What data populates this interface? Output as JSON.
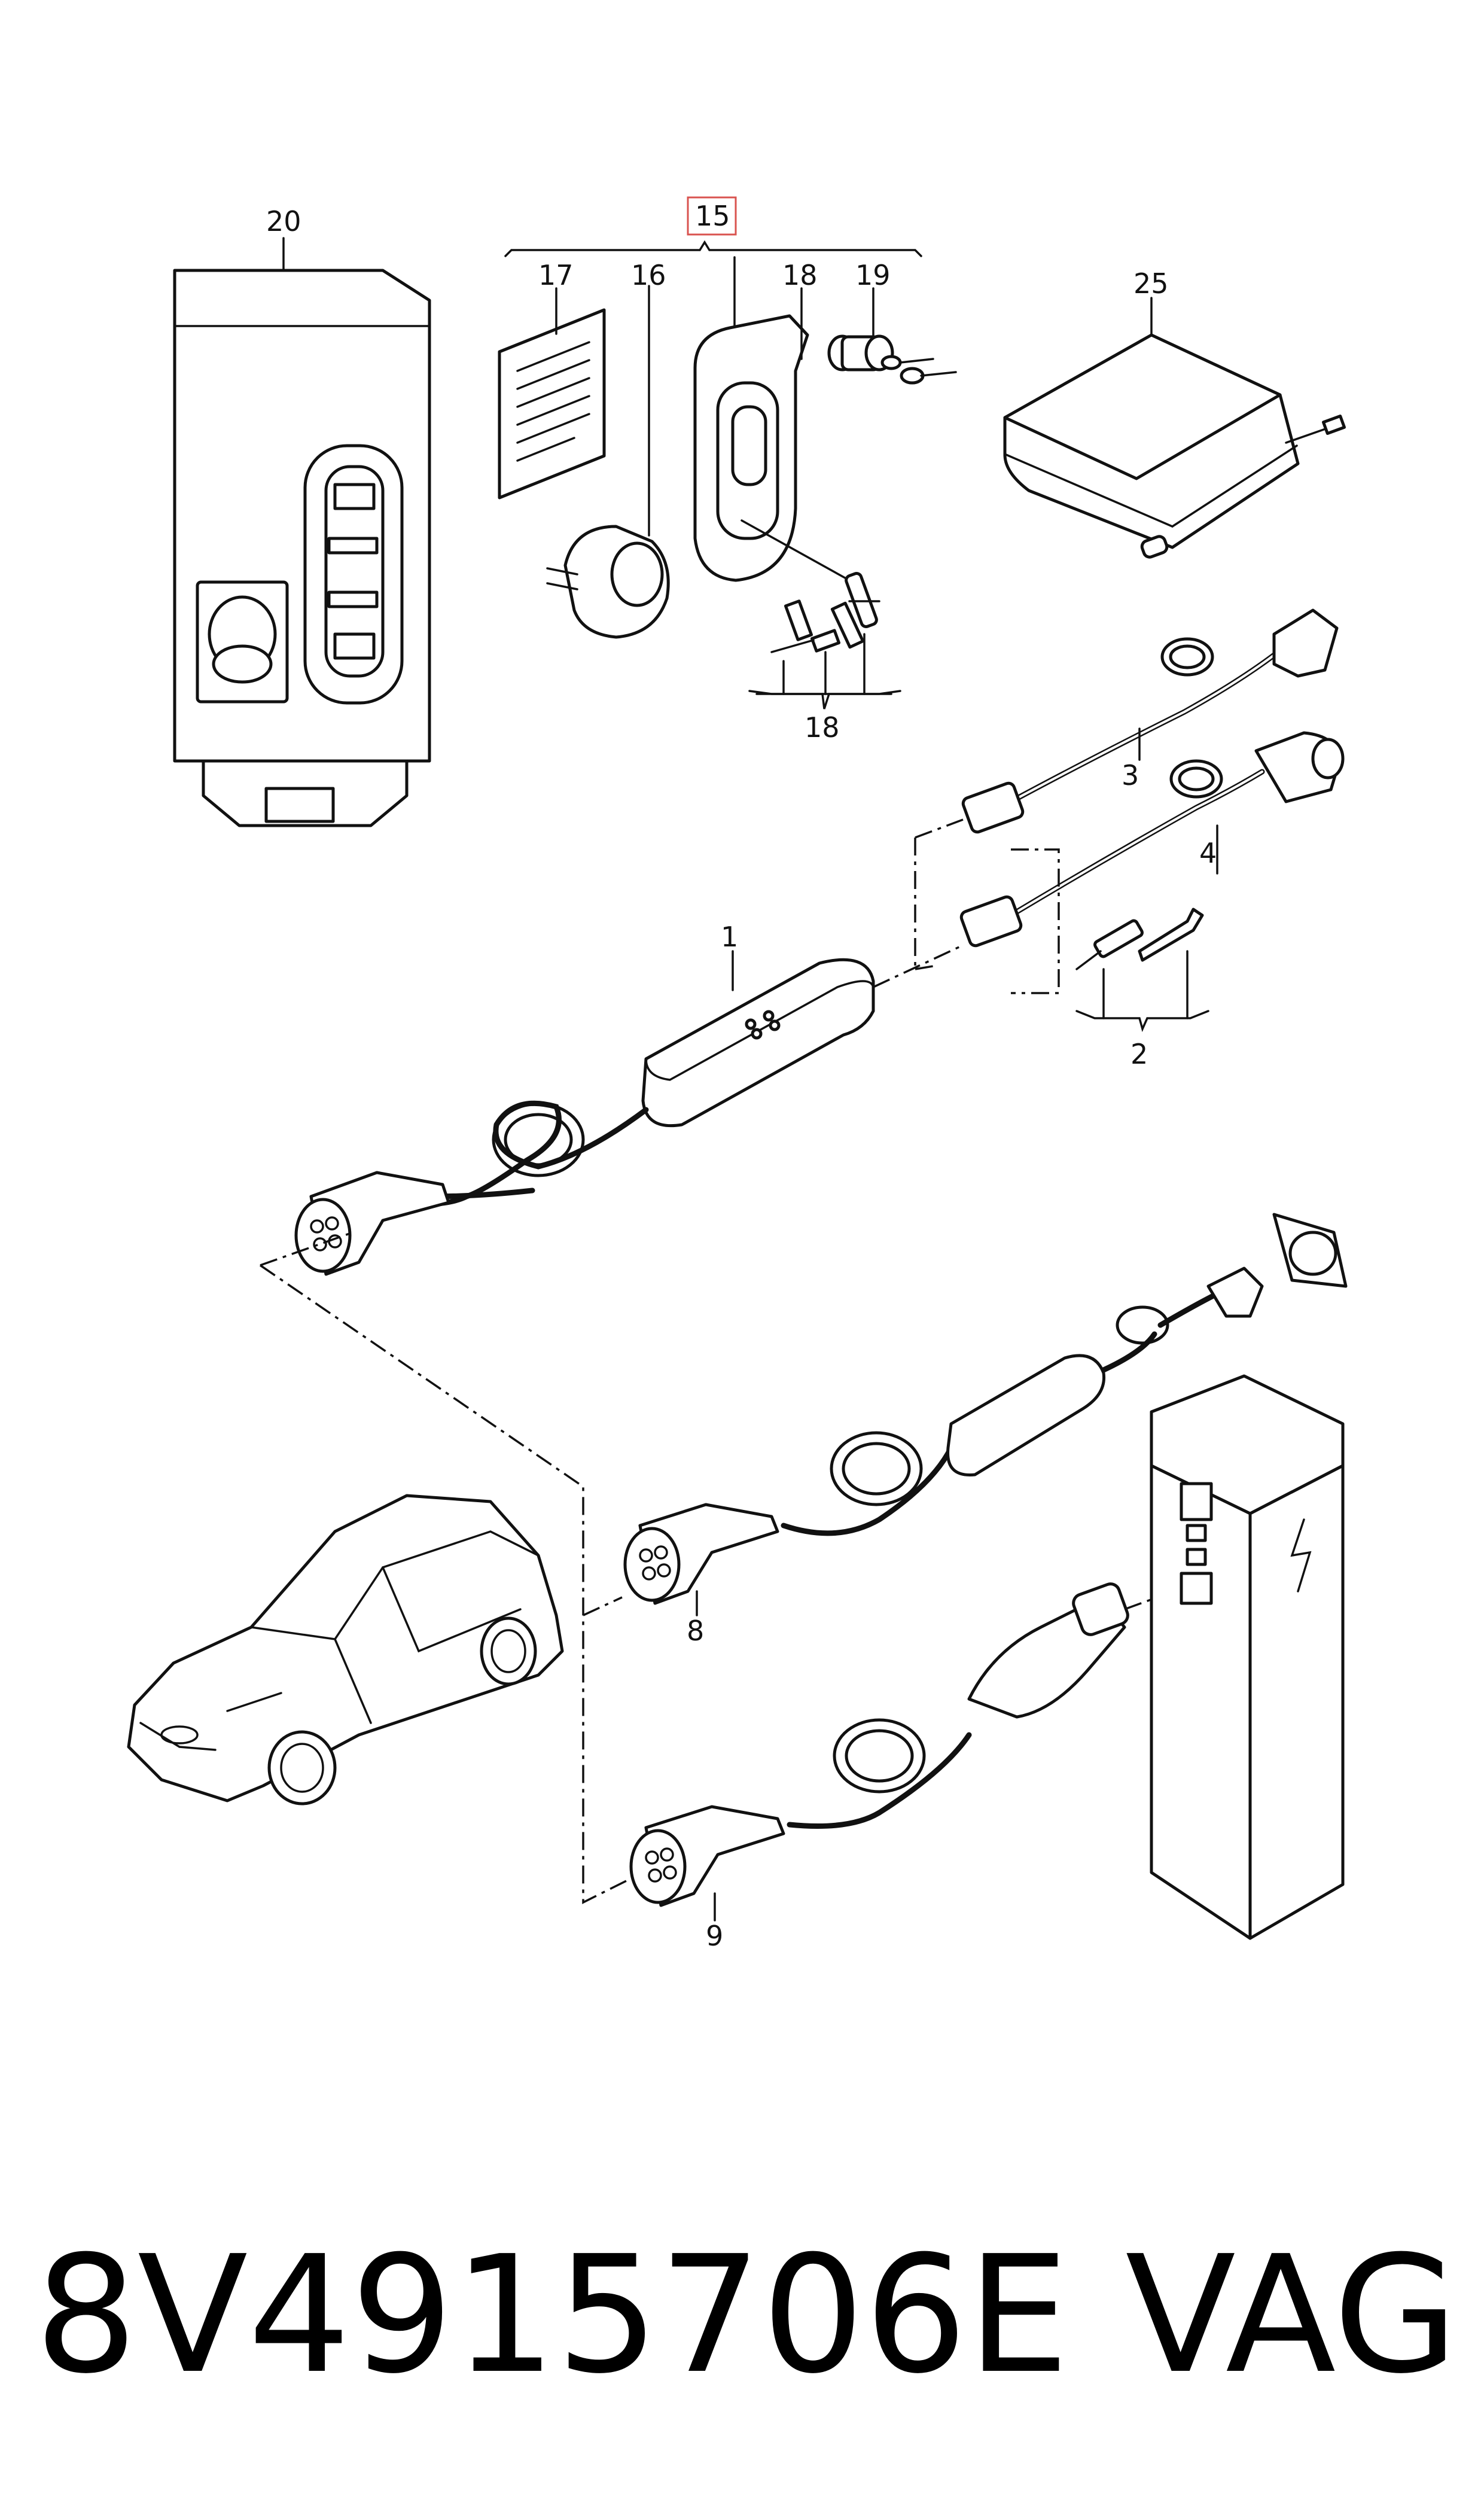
{
  "callouts": {
    "c1": "1",
    "c2": "2",
    "c3": "3",
    "c4": "4",
    "c8": "8",
    "c9": "9",
    "c15": "15",
    "c16": "16",
    "c17": "17",
    "c18a": "18",
    "c18b": "18",
    "c19": "19",
    "c20": "20",
    "c25": "25"
  },
  "caption": {
    "part_number": "8V4915706E",
    "brand": "VAG"
  },
  "colors": {
    "line": "#111111",
    "highlight_box": "#d9534f",
    "background": "#ffffff"
  }
}
